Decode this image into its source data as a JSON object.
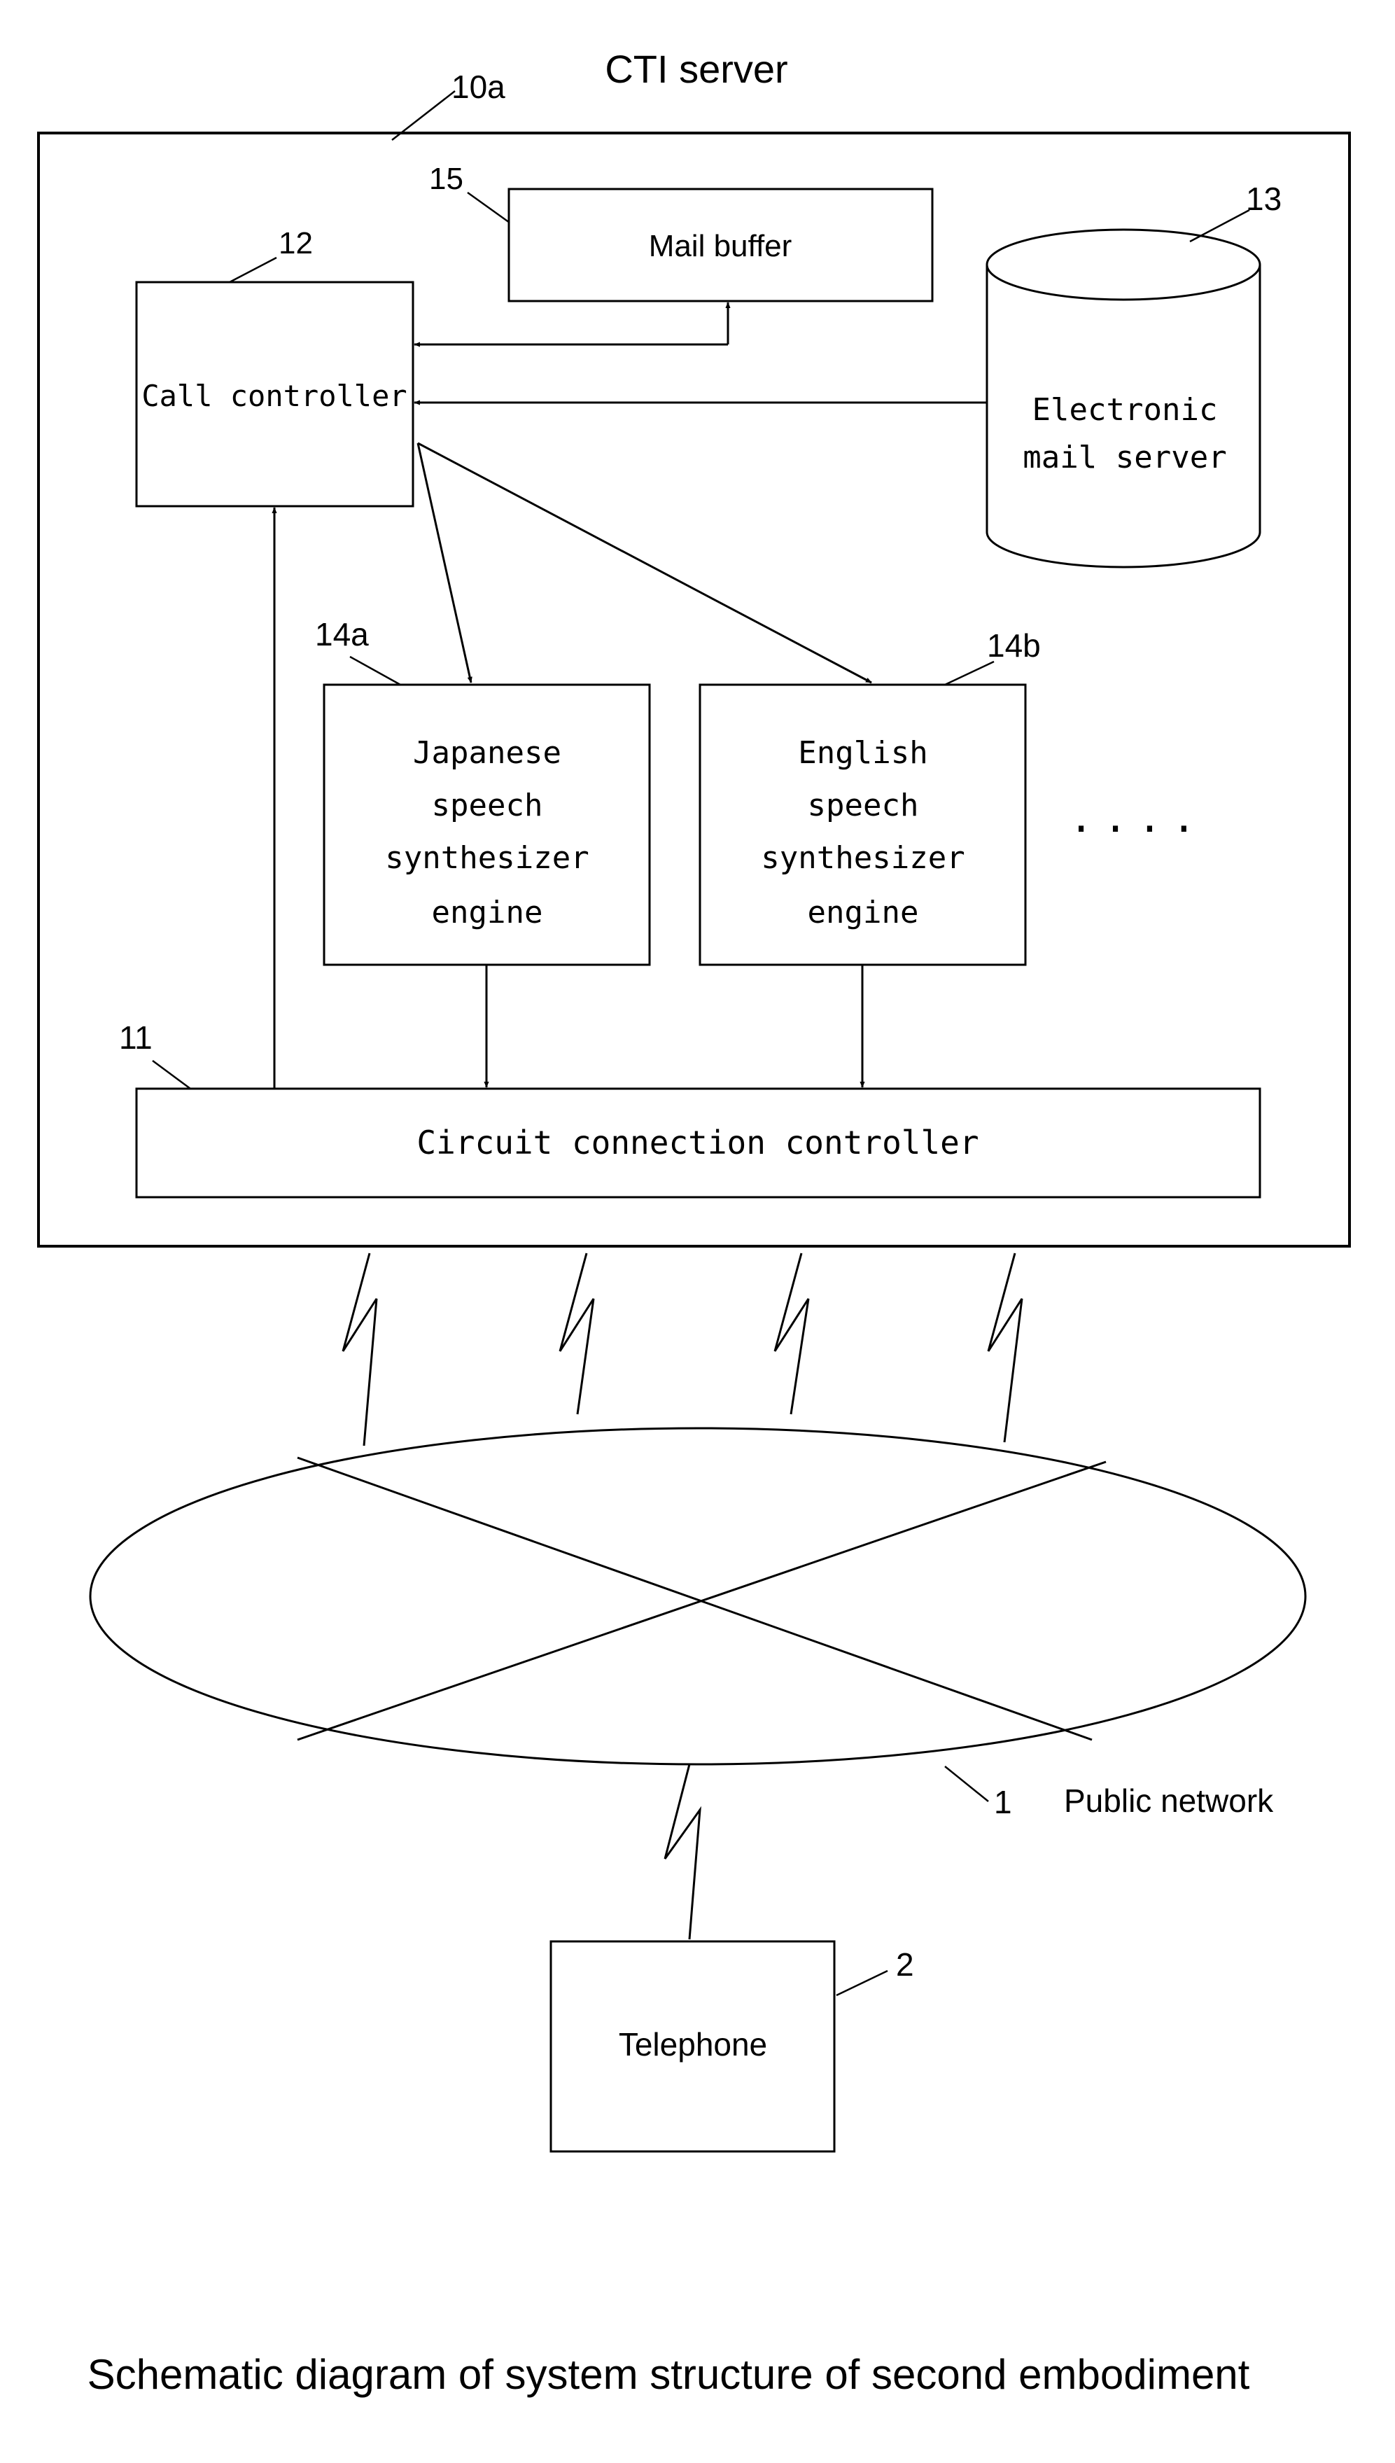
{
  "server": {
    "title": "CTI server",
    "ref": "10a"
  },
  "components": {
    "mail_buffer": {
      "ref": "15",
      "label": "Mail buffer"
    },
    "call_controller": {
      "ref": "12",
      "label": "Call controller"
    },
    "mail_server": {
      "ref": "13",
      "label_lines": [
        "Electronic",
        "mail server"
      ]
    },
    "japanese_engine": {
      "ref": "14a",
      "label_lines": [
        "Japanese",
        "speech",
        "synthesizer",
        "engine"
      ]
    },
    "english_engine": {
      "ref": "14b",
      "label_lines": [
        "English",
        "speech",
        "synthesizer",
        "engine"
      ]
    },
    "more_engines": "....",
    "circuit_controller": {
      "ref": "11",
      "label": "Circuit connection controller"
    },
    "public_network": {
      "ref": "1",
      "label": "Public network"
    },
    "telephone": {
      "ref": "2",
      "label": "Telephone"
    }
  },
  "caption": "Schematic diagram of system structure of second embodiment"
}
